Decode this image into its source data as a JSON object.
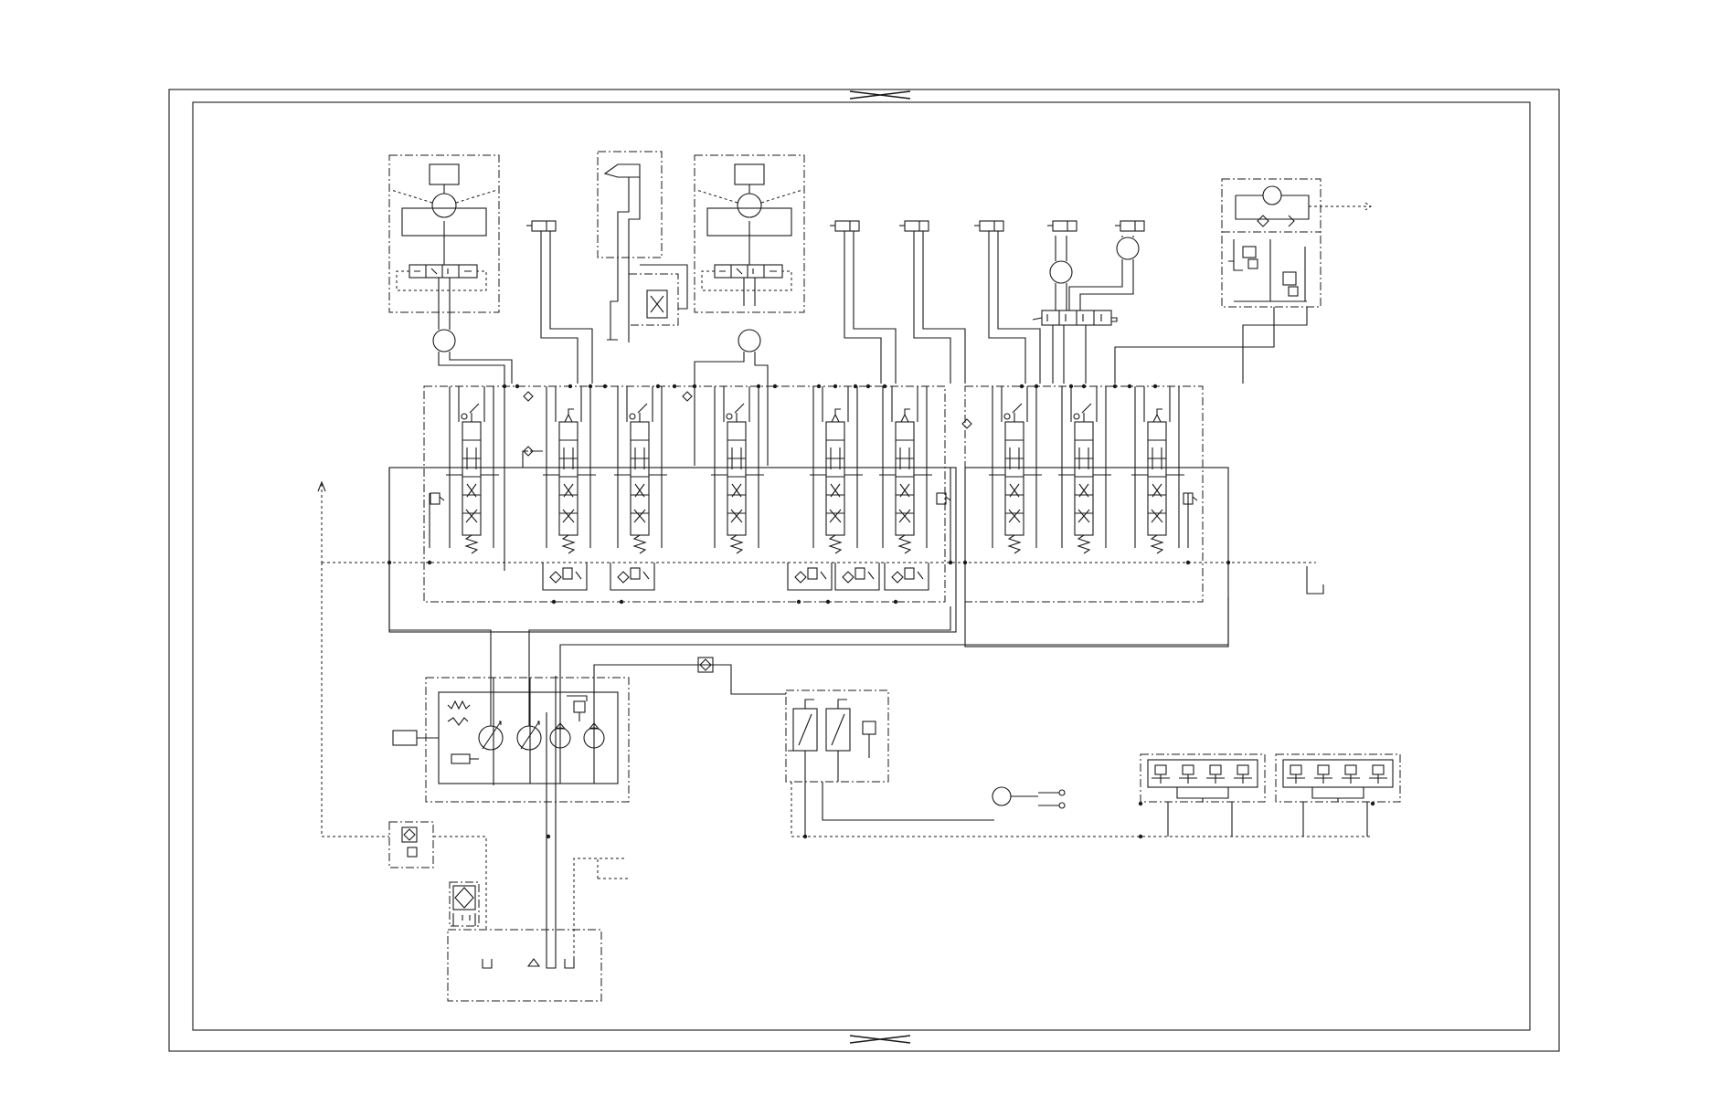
{
  "diagram": {
    "kind": "hydraulic-schematic",
    "title": "",
    "colors": {
      "line": "#1a1a1a",
      "background": "#ffffff"
    },
    "valve_sections": 9,
    "upper_pilot_units": 2,
    "upper_cylinders": 6,
    "pumps": 4,
    "solenoid_valves": 2,
    "relief_manifolds": 2
  }
}
